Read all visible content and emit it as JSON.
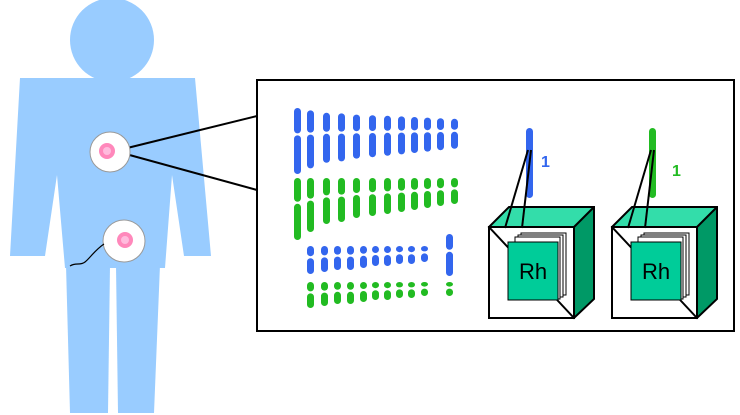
{
  "colors": {
    "body": "#99ccff",
    "chromosome_blue": "#3366ee",
    "chromosome_green": "#22bb22",
    "box_face": "#00cc99",
    "box_top": "#33ddaa",
    "box_side": "#009966",
    "cell_fill": "#ffffff",
    "nucleus": "#ff88bb",
    "outline": "#000000"
  },
  "icons": {
    "human": "human-silhouette-icon",
    "cell": "cell-icon",
    "sperm": "sperm-cell-icon",
    "box": "gene-box-icon"
  },
  "boxes": [
    {
      "label": "Rh",
      "chromosome_label": "1",
      "chromosome_color": "chromosome_blue"
    },
    {
      "label": "Rh",
      "chromosome_label": "1",
      "chromosome_color": "chromosome_green"
    }
  ]
}
